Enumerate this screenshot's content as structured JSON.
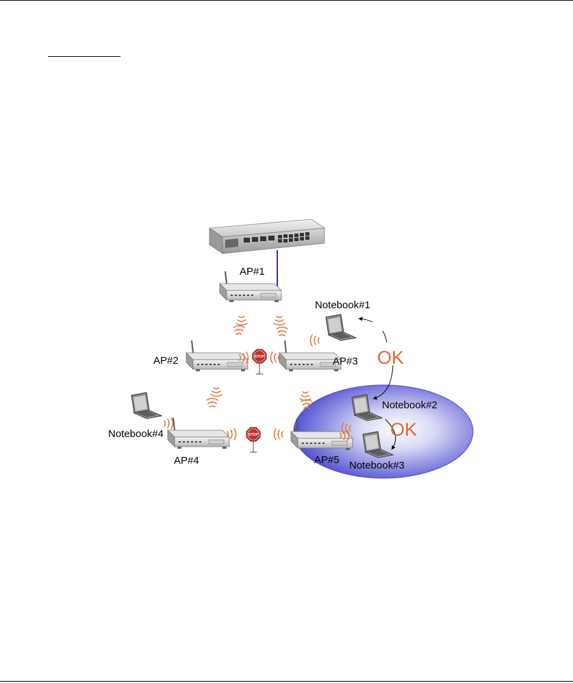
{
  "labels": {
    "ap1": "AP#1",
    "ap2": "AP#2",
    "ap3": "AP#3",
    "ap4": "AP#4",
    "ap5": "AP#5",
    "notebook1": "Notebook#1",
    "notebook2": "Notebook#2",
    "notebook3": "Notebook#3",
    "notebook4": "Notebook#4",
    "ok_upper": "OK",
    "ok_lower": "OK",
    "stop": "STOP"
  },
  "colors": {
    "wave": "#e07a40",
    "ok": "#e06530",
    "stop": "#c0302a",
    "cable": "#3030c0",
    "bubble": "#5a5ad8"
  },
  "icons": {
    "switch": "network-switch-icon",
    "access_point": "router-icon",
    "notebook": "laptop-icon",
    "stop": "stop-sign-icon"
  }
}
